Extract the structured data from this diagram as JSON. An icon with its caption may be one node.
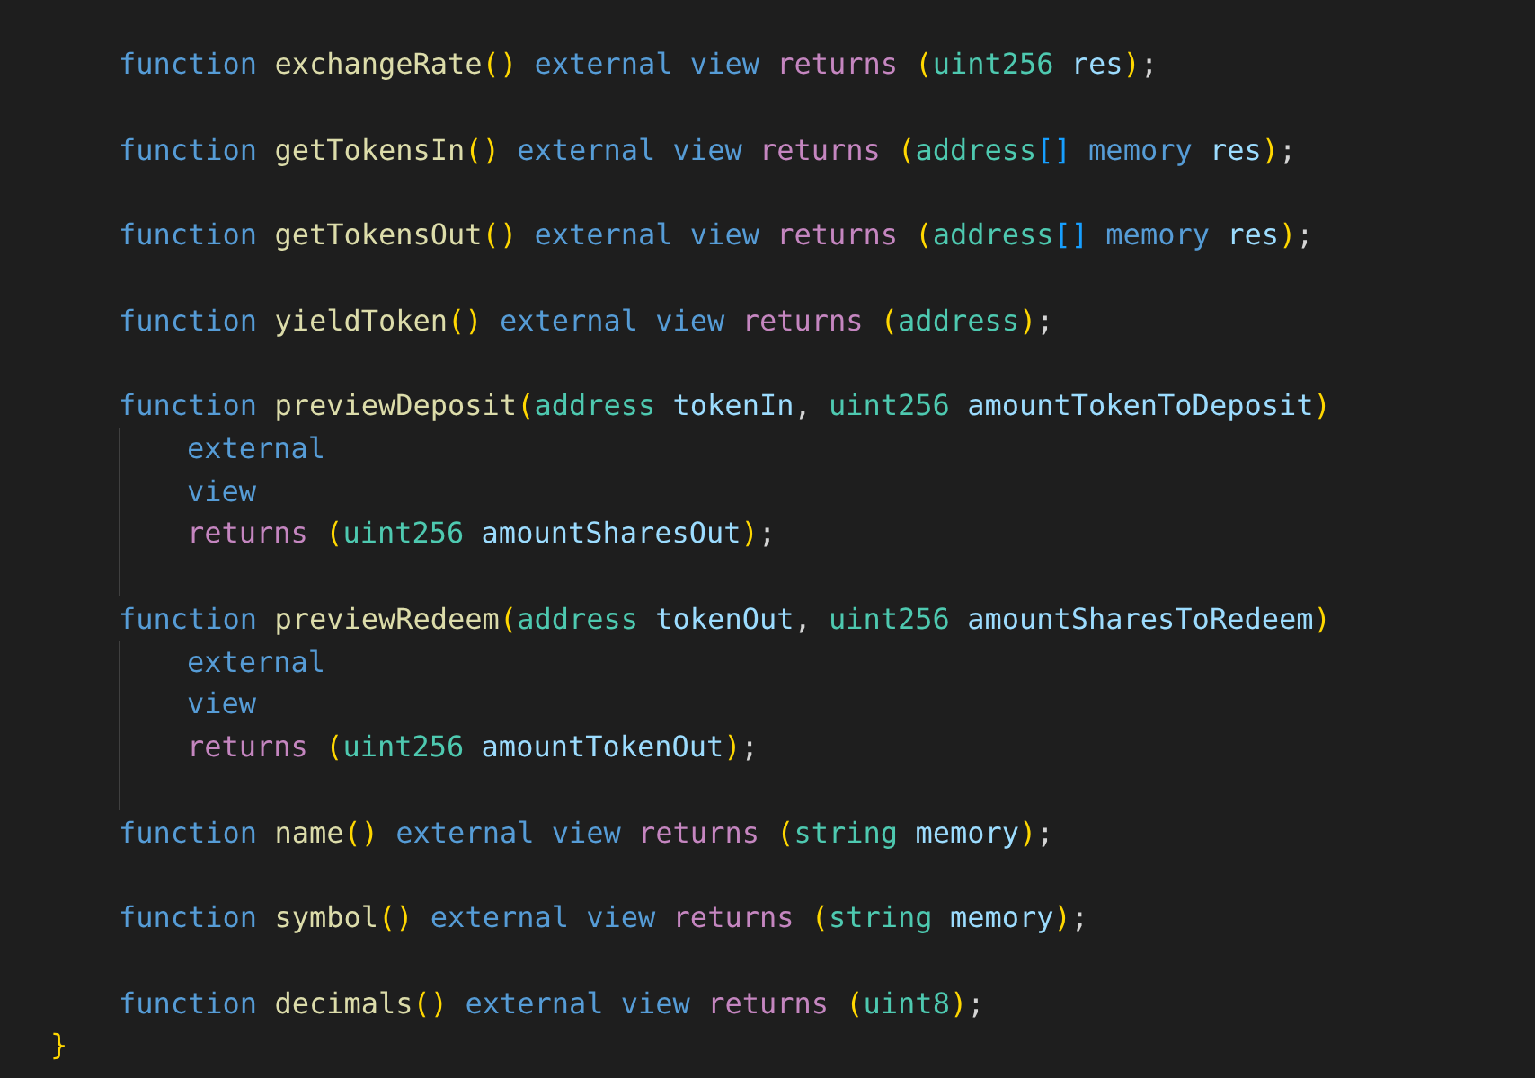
{
  "diagram": {
    "labels": [
      "function exchangeRate() external view returns (uint256 res);",
      "function getTokensIn() external view returns (address[] memory res);",
      "function getTokensOut() external view returns (address[] memory res);",
      "function yieldToken() external view returns (address);",
      "function previewDeposit(address tokenIn, uint256 amountTokenToDeposit)",
      "external",
      "view",
      "returns (uint256 amountSharesOut);",
      "function previewRedeem(address tokenOut, uint256 amountSharesToRedeem)",
      "external",
      "view",
      "returns (uint256 amountTokenOut);",
      "function name() external view returns (string memory);",
      "function symbol() external view returns (string memory);",
      "function decimals() external view returns (uint8);",
      "}"
    ]
  }
}
